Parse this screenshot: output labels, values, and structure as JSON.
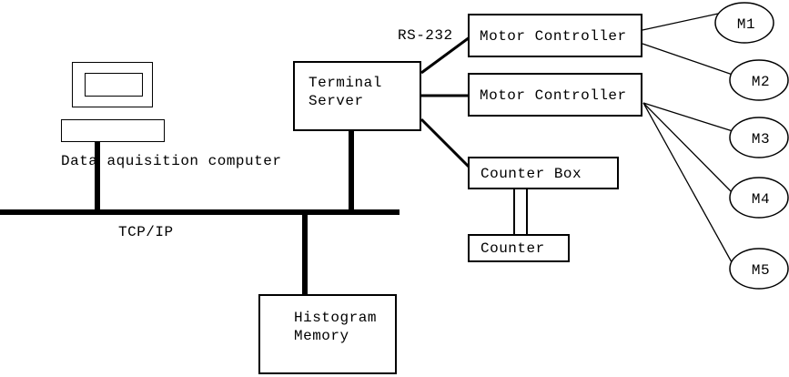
{
  "diagram": {
    "nodes": {
      "data_acquisition_computer": {
        "label": "Data aquisition computer"
      },
      "terminal_server": {
        "label": "Terminal\nServer"
      },
      "motor_controller_1": {
        "label": "Motor Controller"
      },
      "motor_controller_2": {
        "label": "Motor Controller"
      },
      "counter_box": {
        "label": "Counter Box"
      },
      "counter": {
        "label": "Counter"
      },
      "histogram_memory": {
        "label": "Histogram\nMemory"
      },
      "motors": [
        "M1",
        "M2",
        "M3",
        "M4",
        "M5"
      ]
    },
    "labels": {
      "rs232": "RS-232",
      "tcpip": "TCP/IP"
    },
    "colors": {
      "line": "#000000",
      "background": "#ffffff",
      "text": "#000000"
    }
  }
}
